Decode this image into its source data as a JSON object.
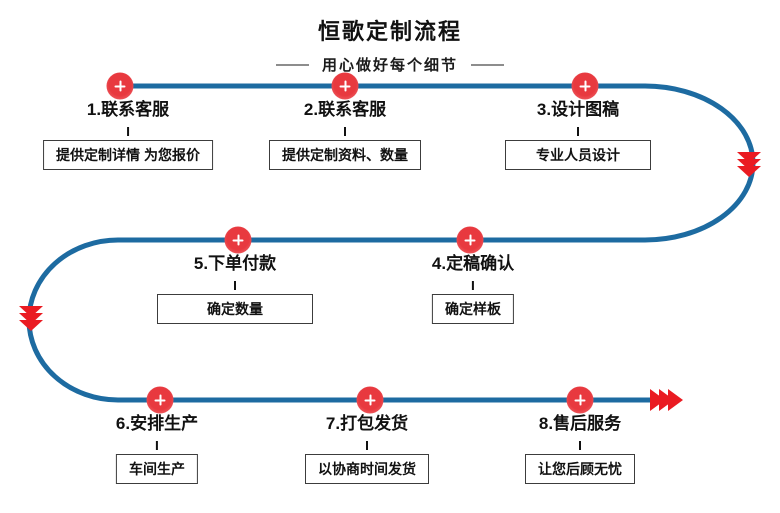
{
  "header": {
    "title": "恒歌定制流程",
    "subtitle": "用心做好每个细节"
  },
  "flow": {
    "line_color": "#1d6ba1",
    "arrow_color": "#ea1b22",
    "marker_color": "#e8393f",
    "steps": [
      {
        "label": "1.联系客服",
        "note": "提供定制详情 为您报价"
      },
      {
        "label": "2.联系客服",
        "note": "提供定制资料、数量"
      },
      {
        "label": "3.设计图稿",
        "note": "专业人员设计"
      },
      {
        "label": "4.定稿确认",
        "note": "确定样板"
      },
      {
        "label": "5.下单付款",
        "note": "确定数量"
      },
      {
        "label": "6.安排生产",
        "note": "车间生产"
      },
      {
        "label": "7.打包发货",
        "note": "以协商时间发货"
      },
      {
        "label": "8.售后服务",
        "note": "让您后顾无忧"
      }
    ]
  }
}
